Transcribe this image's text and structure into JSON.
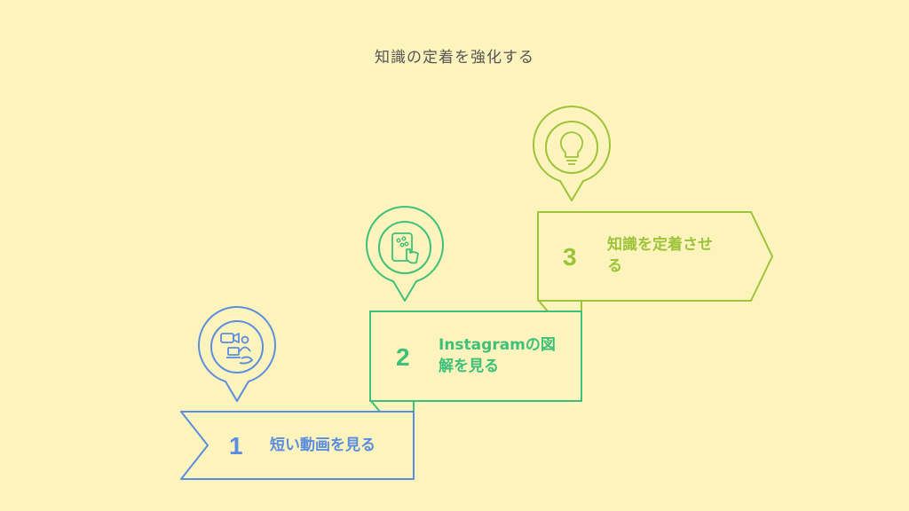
{
  "title": "知識の定着を強化する",
  "colors": {
    "background": "#fdf3bc",
    "step1": "#5b8de0",
    "step2": "#3fc07a",
    "step3": "#9cc43a",
    "title_text": "#555555"
  },
  "steps": [
    {
      "number": "1",
      "label": "短い動画を見る",
      "icon": "video-learning-icon"
    },
    {
      "number": "2",
      "label_line1": "Instagramの図",
      "label_line2": "解を見る",
      "icon": "tablet-touch-icon"
    },
    {
      "number": "3",
      "label_line1": "知識を定着させ",
      "label_line2": "る",
      "icon": "lightbulb-icon"
    }
  ]
}
